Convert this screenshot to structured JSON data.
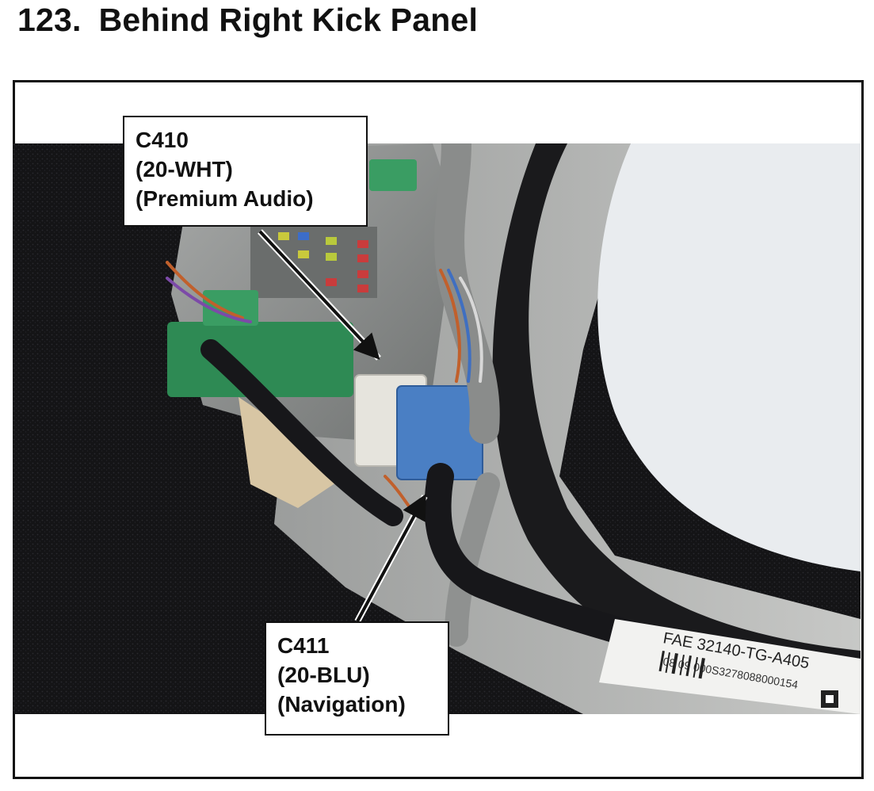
{
  "heading": {
    "number": "123.",
    "title": "Behind Right Kick Panel"
  },
  "photo": {
    "subject": "under-dash wiring behind right kick panel",
    "label_text": "FAE 32140-TG-A405",
    "label_text_2": "08 09 000S3278088000154"
  },
  "callouts": [
    {
      "id": "C410",
      "lines": [
        "C410",
        "(20-WHT)",
        "(Premium Audio)"
      ]
    },
    {
      "id": "C411",
      "lines": [
        "C411",
        "(20-BLU)",
        "(Navigation)"
      ]
    }
  ],
  "colors": {
    "connector_white": "#e6e4dd",
    "connector_blue": "#4a7fc4",
    "connector_green": "#2e8a54",
    "panel_gray": "#8d8f8e",
    "carpet": "#121214"
  }
}
